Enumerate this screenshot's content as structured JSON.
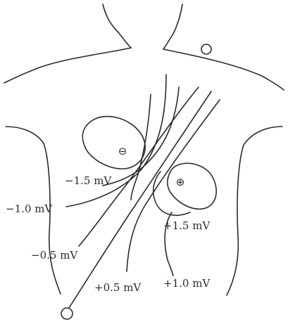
{
  "diagram": {
    "isopotential_labels": [
      {
        "id": "neg-1-5",
        "text": "−1.5 mV"
      },
      {
        "id": "neg-1-0",
        "text": "−1.0 mV"
      },
      {
        "id": "neg-0-5",
        "text": "−0.5 mV"
      },
      {
        "id": "pos-0-5",
        "text": "+0.5 mV"
      },
      {
        "id": "pos-1-0",
        "text": "+1.0 mV"
      },
      {
        "id": "pos-1-5",
        "text": "+1.5 mV"
      }
    ],
    "poles": {
      "negative_symbol": "⊖",
      "positive_symbol": "⊕"
    },
    "colors": {
      "stroke": "#2b2b2b",
      "background": "#ffffff"
    }
  }
}
